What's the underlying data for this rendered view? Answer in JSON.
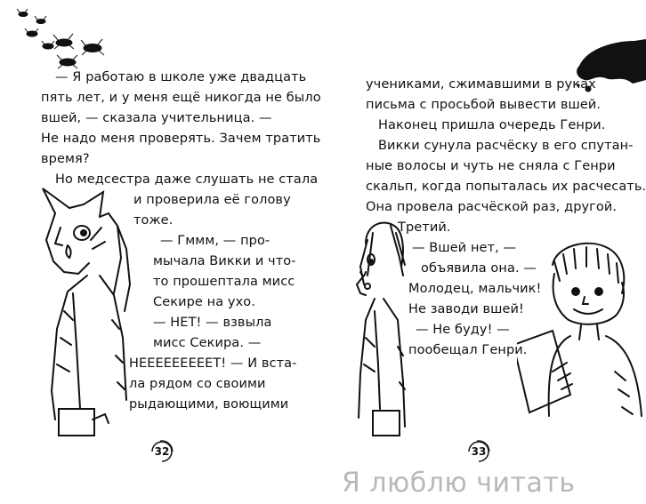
{
  "book": {
    "left_page": {
      "number": "32",
      "lines": [
        "— Я работаю в школе уже двадцать",
        "пять лет, и у меня ещё никогда не было",
        "вшей, — сказала учительница. —",
        "Не надо меня проверять. Зачем тратить",
        "время?",
        "Но медсестра даже слушать не стала",
        "и проверила её голову",
        "тоже.",
        "— Гммм, — про-",
        "мычала Викки и что-",
        "то прошептала мисс",
        "Секире на ухо.",
        "— НЕТ! — взвыла",
        "мисс Секира. —",
        "НЕЕЕЕЕЕЕЕЕТ! — И вста-",
        "ла рядом со своими",
        "рыдающими, воющими"
      ]
    },
    "right_page": {
      "number": "33",
      "lines": [
        "учениками, сжимавшими в руках",
        "письма с просьбой вывести вшей.",
        "Наконец пришла очередь Генри.",
        "Викки сунула расчёску в его спутан-",
        "ные волосы и чуть не сняла с Генри",
        "скальп, когда попыталась их расчесать.",
        "Она провела расчёской раз, другой.",
        "Третий.",
        "— Вшей нет, —",
        "объявила она. —",
        "Молодец, мальчик!",
        "Не заводи вшей!",
        "— Не буду! —",
        "пообещал Генри."
      ]
    },
    "illustrations": {
      "lice": "lice-swarm-illustration",
      "ink": "ink-blot-illustration",
      "teacher_left": "teacher-crying-illustration",
      "teacher_right": "teacher-shocked-illustration",
      "henry": "henry-smiling-illustration"
    }
  },
  "watermark": "Я  люблю читать"
}
